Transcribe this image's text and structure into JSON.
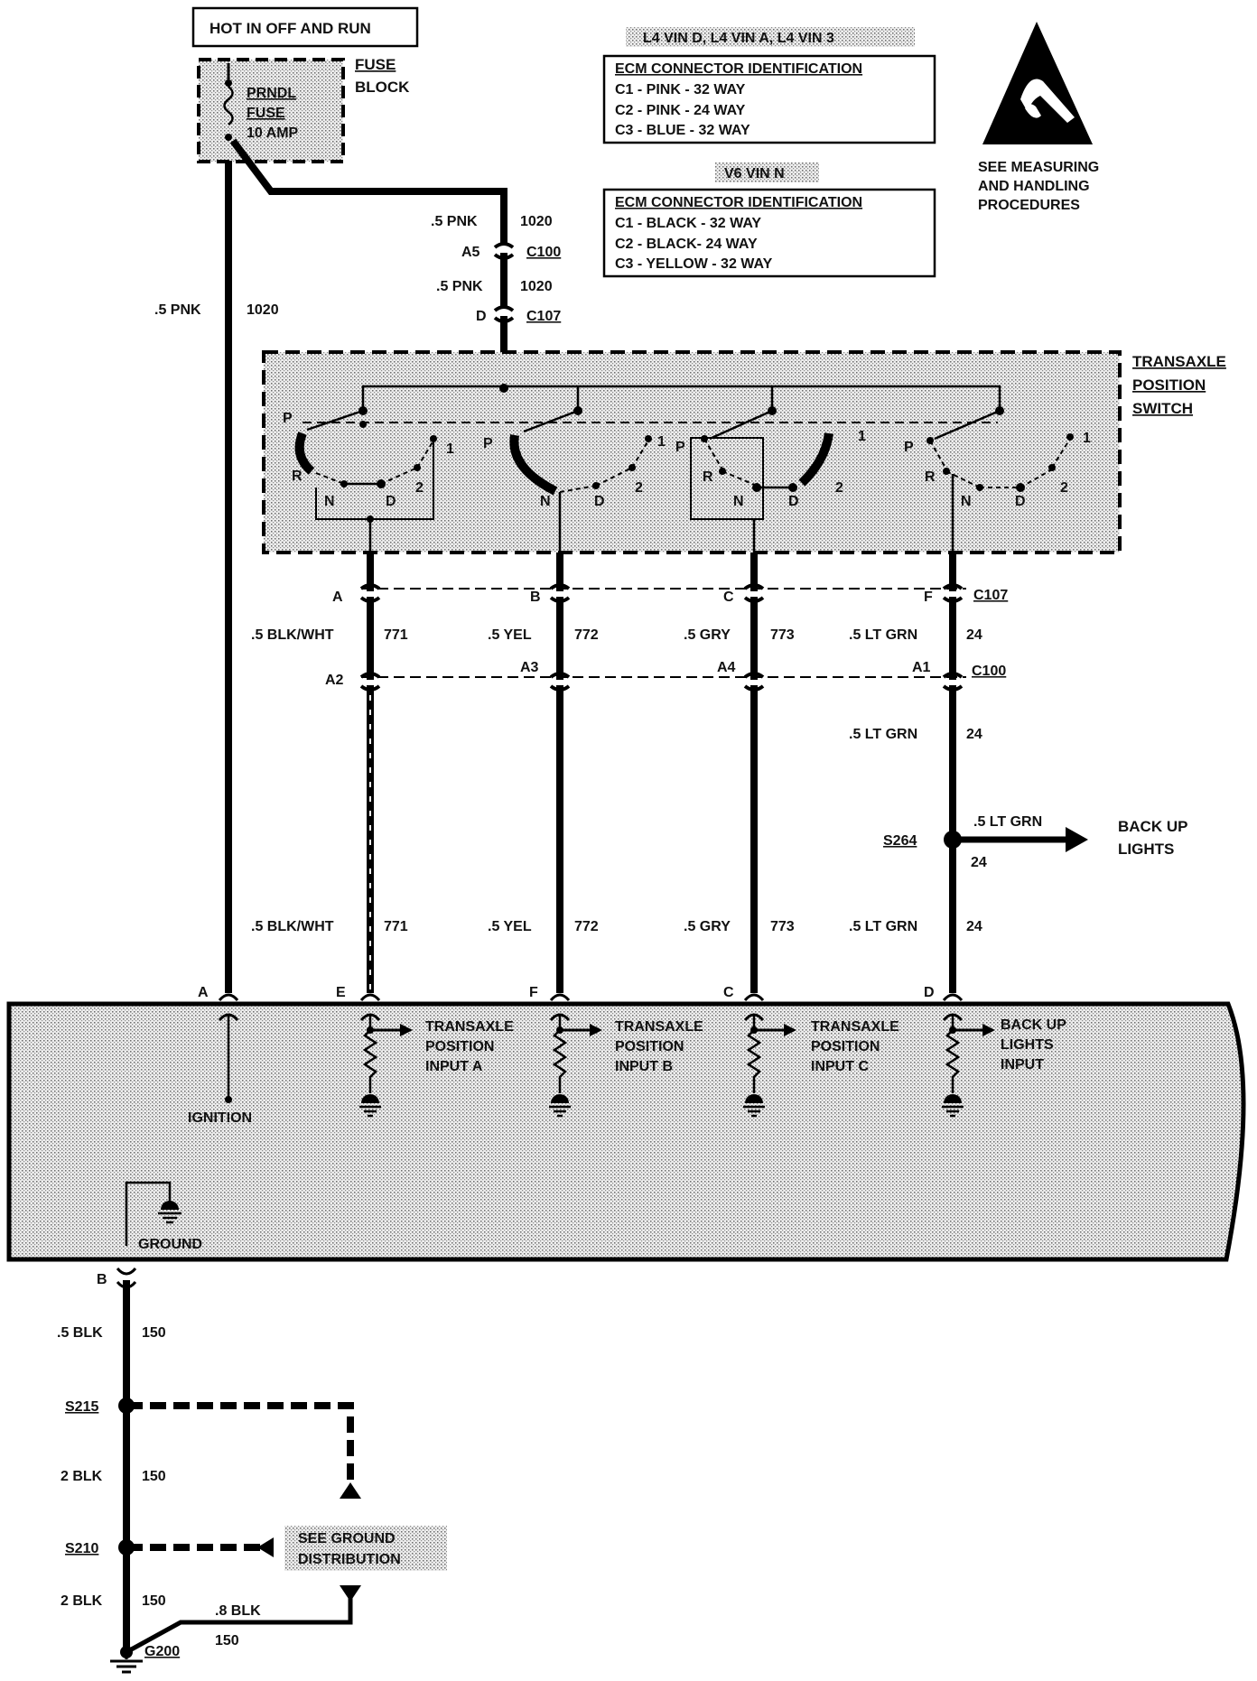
{
  "header_box": "HOT IN OFF AND RUN",
  "fuse": {
    "label": [
      "PRNDL",
      "FUSE",
      "10 AMP"
    ],
    "block_label": [
      "FUSE",
      "BLOCK"
    ]
  },
  "engine_tags": {
    "l4": "L4 VIN D, L4 VIN A, L4 VIN 3",
    "v6": "V6 VIN N"
  },
  "ecm_table_1": {
    "title": "ECM CONNECTOR IDENTIFICATION",
    "rows": [
      "C1 - PINK - 32 WAY",
      "C2 - PINK - 24 WAY",
      "C3 - BLUE - 32 WAY"
    ]
  },
  "ecm_table_2": {
    "title": "ECM CONNECTOR IDENTIFICATION",
    "rows": [
      "C1 - BLACK - 32 WAY",
      "C2 - BLACK- 24 WAY",
      "C3 - YELLOW - 32 WAY"
    ]
  },
  "esd_note": [
    "SEE MEASURING",
    "AND HANDLING",
    "PROCEDURES"
  ],
  "feed": {
    "wire_upper": ".5 PNK",
    "circuit_upper": "1020",
    "conn_a_pin": "A5",
    "conn_a": "C100",
    "wire_mid": ".5 PNK",
    "circuit_mid": "1020",
    "conn_b_pin": "D",
    "conn_b": "C107",
    "left_wire": ".5 PNK",
    "left_circuit": "1020"
  },
  "switch_label": [
    "TRANSAXLE",
    "POSITION",
    "SWITCH"
  ],
  "switch_positions": [
    "P",
    "R",
    "N",
    "D",
    "2",
    "1"
  ],
  "c107_label": "C107",
  "c100_label": "C100",
  "wires": [
    {
      "c107_pin": "A",
      "c100_pin": "A2",
      "wire": ".5 BLK/WHT",
      "circuit": "771",
      "ecm_pin": "E",
      "input": [
        "TRANSAXLE",
        "POSITION",
        "INPUT A"
      ]
    },
    {
      "c107_pin": "B",
      "c100_pin": "A3",
      "wire": ".5 YEL",
      "circuit": "772",
      "ecm_pin": "F",
      "input": [
        "TRANSAXLE",
        "POSITION",
        "INPUT B"
      ]
    },
    {
      "c107_pin": "C",
      "c100_pin": "A4",
      "wire": ".5 GRY",
      "circuit": "773",
      "ecm_pin": "C",
      "input": [
        "TRANSAXLE",
        "POSITION",
        "INPUT C"
      ]
    },
    {
      "c107_pin": "F",
      "c100_pin": "A1",
      "wire": ".5 LT GRN",
      "circuit": "24",
      "ecm_pin": "D",
      "input": [
        "BACK UP",
        "LIGHTS",
        "INPUT"
      ]
    }
  ],
  "splice_s264": {
    "name": "S264",
    "wire": ".5 LT GRN",
    "circuit": "24",
    "dest": [
      "BACK UP",
      "LIGHTS"
    ],
    "wire_below": ".5 LT GRN",
    "circuit_below": "24"
  },
  "ecm": {
    "ign_pin": "A",
    "ignition": "IGNITION",
    "ground": "GROUND"
  },
  "ground_circuit": {
    "pin": "B",
    "w1": ".5 BLK",
    "c1": "150",
    "s215": "S215",
    "w2": "2 BLK",
    "c2": "150",
    "s210": "S210",
    "note": [
      "SEE GROUND",
      "DISTRIBUTION"
    ],
    "w3": "2 BLK",
    "c3": "150",
    "w4": ".8 BLK",
    "c4": "150",
    "g": "G200"
  }
}
